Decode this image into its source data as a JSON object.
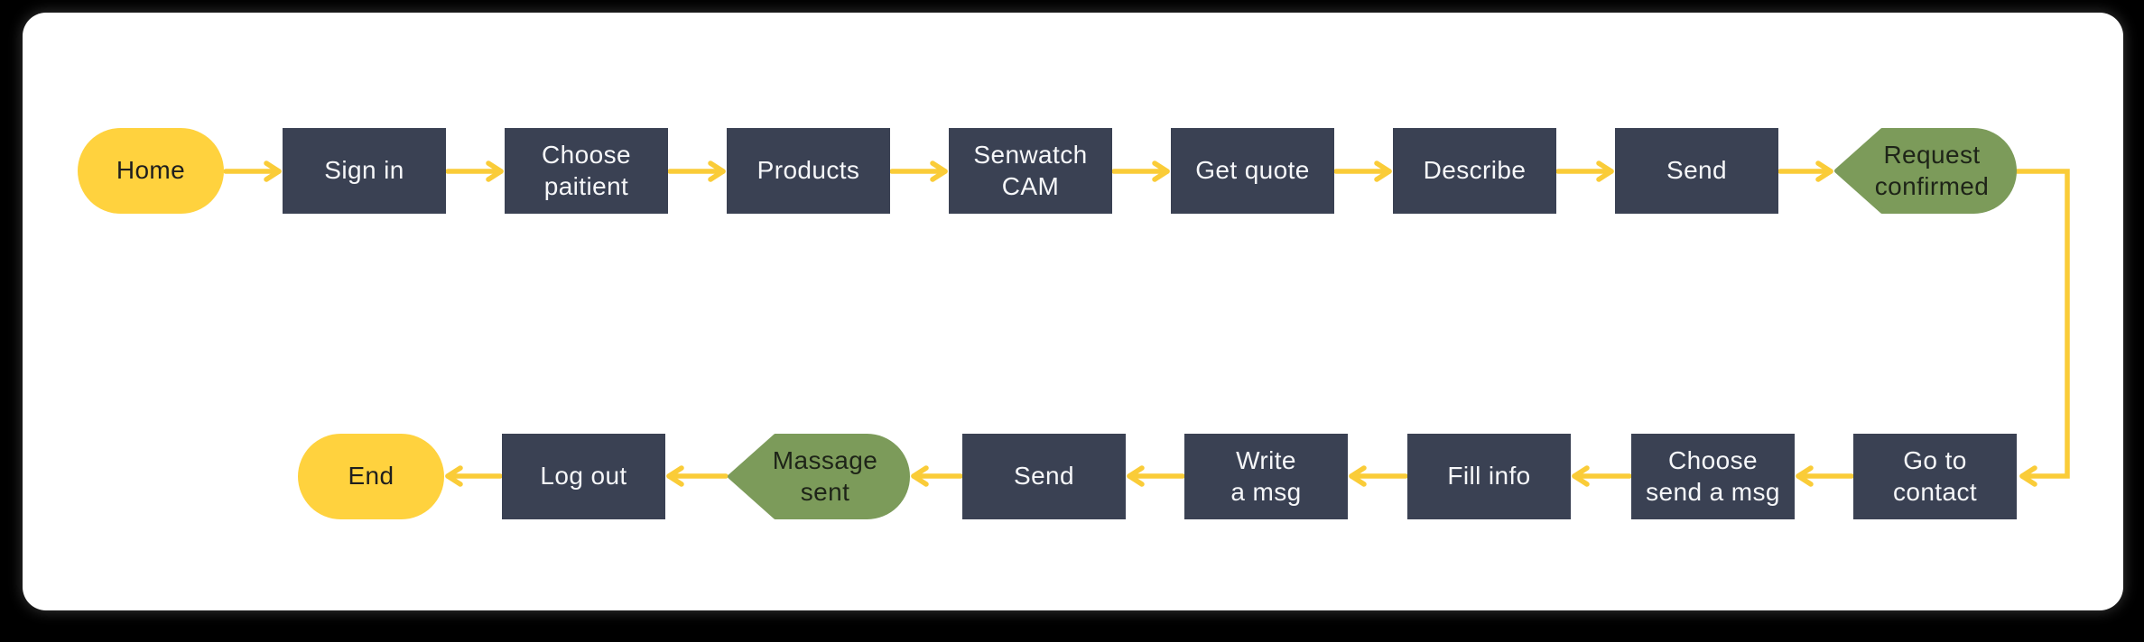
{
  "flowchart": {
    "top_row": [
      {
        "id": "home",
        "label": "Home",
        "type": "start"
      },
      {
        "id": "sign-in",
        "label": "Sign in",
        "type": "process"
      },
      {
        "id": "choose-paitient",
        "label": "Choose\npaitient",
        "type": "process"
      },
      {
        "id": "products",
        "label": "Products",
        "type": "process"
      },
      {
        "id": "senwatch-cam",
        "label": "Senwatch\nCAM",
        "type": "process"
      },
      {
        "id": "get-quote",
        "label": "Get quote",
        "type": "process"
      },
      {
        "id": "describe",
        "label": "Describe",
        "type": "process"
      },
      {
        "id": "send",
        "label": "Send",
        "type": "process"
      },
      {
        "id": "request-confirmed",
        "label": "Request\nconfirmed",
        "type": "milestone"
      }
    ],
    "bottom_row": [
      {
        "id": "go-to-contact",
        "label": "Go to\ncontact",
        "type": "process"
      },
      {
        "id": "choose-send-a-msg",
        "label": "Choose\nsend a msg",
        "type": "process"
      },
      {
        "id": "fill-info",
        "label": "Fill info",
        "type": "process"
      },
      {
        "id": "write-a-msg",
        "label": "Write\na msg",
        "type": "process"
      },
      {
        "id": "send-2",
        "label": "Send",
        "type": "process"
      },
      {
        "id": "massage-sent",
        "label": "Massage\nsent",
        "type": "milestone"
      },
      {
        "id": "log-out",
        "label": "Log out",
        "type": "process"
      },
      {
        "id": "end",
        "label": "End",
        "type": "end"
      }
    ]
  },
  "colors": {
    "process_fill": "#3A4153",
    "terminal_fill": "#FFD23E",
    "milestone_fill": "#7C9B5A",
    "arrow": "#FACC38",
    "text_on_dark": "#F6F7F9",
    "text_on_light": "#1E1E1E",
    "canvas": "#FFFFFF",
    "backdrop": "#000000"
  }
}
